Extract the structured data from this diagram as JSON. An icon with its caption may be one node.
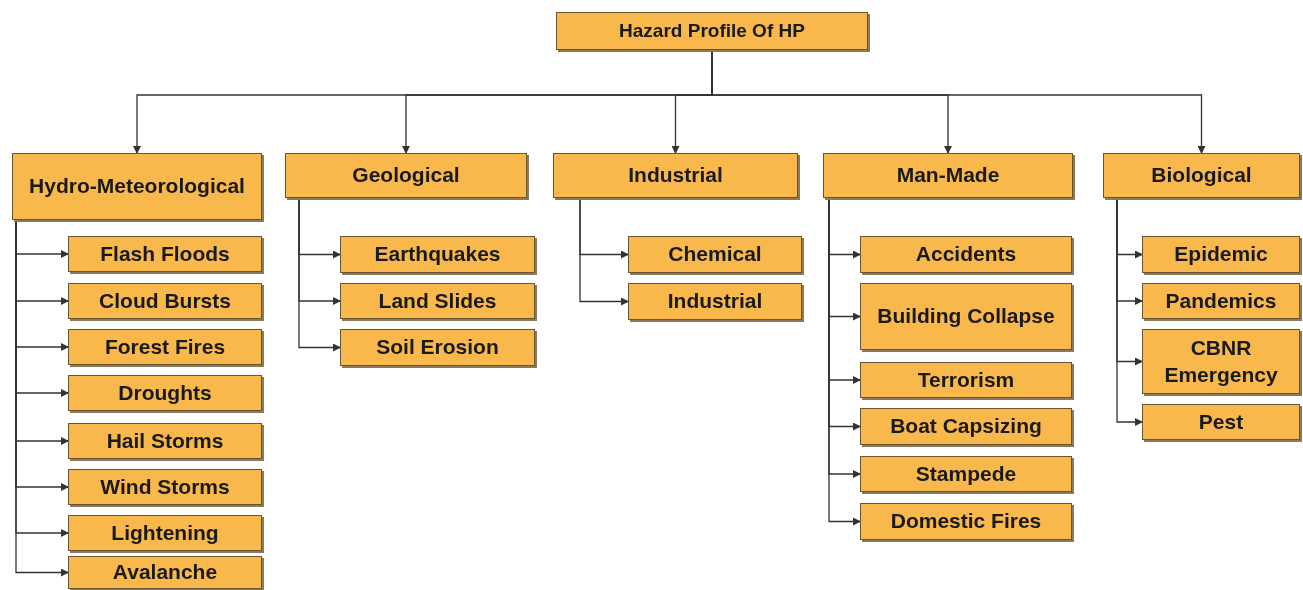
{
  "diagram": {
    "nodes": [
      {
        "text": [
          "Hazard Profile Of HP"
        ]
      },
      {
        "text": [
          "Hydro-Meteorological"
        ]
      },
      {
        "text": [
          "Geological"
        ]
      },
      {
        "text": [
          "Industrial"
        ]
      },
      {
        "text": [
          "Man-Made"
        ]
      },
      {
        "text": [
          "Biological"
        ]
      },
      {
        "text": [
          "Flash Floods"
        ]
      },
      {
        "text": [
          "Cloud Bursts"
        ]
      },
      {
        "text": [
          "Forest Fires"
        ]
      },
      {
        "text": [
          "Droughts"
        ]
      },
      {
        "text": [
          "Hail Storms"
        ]
      },
      {
        "text": [
          "Wind Storms"
        ]
      },
      {
        "text": [
          "Lightening"
        ]
      },
      {
        "text": [
          "Avalanche"
        ]
      },
      {
        "text": [
          "Earthquakes"
        ]
      },
      {
        "text": [
          "Land Slides"
        ]
      },
      {
        "text": [
          "Soil Erosion"
        ]
      },
      {
        "text": [
          "Chemical"
        ]
      },
      {
        "text": [
          "Industrial"
        ]
      },
      {
        "text": [
          "Accidents"
        ]
      },
      {
        "text": [
          "Building Collapse"
        ]
      },
      {
        "text": [
          "Terrorism"
        ]
      },
      {
        "text": [
          "Boat Capsizing"
        ]
      },
      {
        "text": [
          "Stampede"
        ]
      },
      {
        "text": [
          "Domestic Fires"
        ]
      },
      {
        "text": [
          "Epidemic"
        ]
      },
      {
        "text": [
          "Pandemics"
        ]
      },
      {
        "text": [
          "CBNR Emergency"
        ]
      },
      {
        "text": [
          "Pest"
        ]
      }
    ],
    "edges": [
      {
        "from": 0,
        "to": 1,
        "arrow": "to"
      },
      {
        "from": 0,
        "to": 2,
        "arrow": "to"
      },
      {
        "from": 0,
        "to": 3,
        "arrow": "to"
      },
      {
        "from": 0,
        "to": 4,
        "arrow": "to"
      },
      {
        "from": 0,
        "to": 5,
        "arrow": "to"
      },
      {
        "from": 1,
        "to": 6,
        "arrow": "to"
      },
      {
        "from": 1,
        "to": 7,
        "arrow": "to"
      },
      {
        "from": 1,
        "to": 8,
        "arrow": "to"
      },
      {
        "from": 1,
        "to": 9,
        "arrow": "to"
      },
      {
        "from": 1,
        "to": 10,
        "arrow": "to"
      },
      {
        "from": 1,
        "to": 11,
        "arrow": "to"
      },
      {
        "from": 1,
        "to": 12,
        "arrow": "to"
      },
      {
        "from": 1,
        "to": 13,
        "arrow": "to"
      },
      {
        "from": 2,
        "to": 14,
        "arrow": "to"
      },
      {
        "from": 2,
        "to": 15,
        "arrow": "to"
      },
      {
        "from": 2,
        "to": 16,
        "arrow": "to"
      },
      {
        "from": 3,
        "to": 17,
        "arrow": "to"
      },
      {
        "from": 3,
        "to": 18,
        "arrow": "to"
      },
      {
        "from": 4,
        "to": 19,
        "arrow": "to"
      },
      {
        "from": 4,
        "to": 20,
        "arrow": "to"
      },
      {
        "from": 4,
        "to": 21,
        "arrow": "to"
      },
      {
        "from": 4,
        "to": 22,
        "arrow": "to"
      },
      {
        "from": 4,
        "to": 23,
        "arrow": "to"
      },
      {
        "from": 4,
        "to": 24,
        "arrow": "to"
      },
      {
        "from": 5,
        "to": 25,
        "arrow": "to"
      },
      {
        "from": 5,
        "to": 26,
        "arrow": "to"
      },
      {
        "from": 5,
        "to": 27,
        "arrow": "to"
      },
      {
        "from": 5,
        "to": 28,
        "arrow": "to"
      }
    ]
  }
}
